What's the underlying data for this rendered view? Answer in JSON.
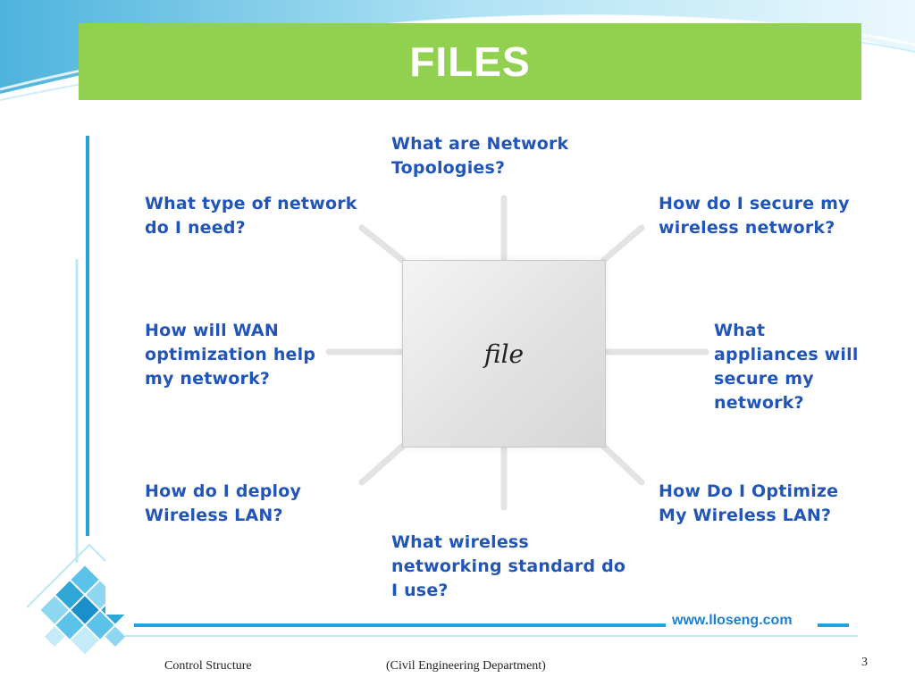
{
  "slide": {
    "title": "FILES",
    "center_label": "file",
    "questions": {
      "top": "What are Network\nTopologies?",
      "top_left": "What type of network\ndo I need?",
      "top_right": "How do I secure my\nwireless network?",
      "mid_left": "How will WAN\noptimization help\nmy network?",
      "mid_right": "What\nappliances will\nsecure my\nnetwork?",
      "bottom_left": "How do I deploy\nWireless LAN?",
      "bottom_right": "How Do I Optimize\nMy Wireless LAN?",
      "bottom": "What wireless\nnetworking standard do\nI use?"
    },
    "website": "www.lloseng.com",
    "colors": {
      "title_bar": "#92d050",
      "question_text": "#2255b8",
      "accent_blue": "#1fa3dc"
    }
  },
  "footer": {
    "left": "Control Structure",
    "center": "(Civil Engineering Department)",
    "page_number": "3"
  }
}
